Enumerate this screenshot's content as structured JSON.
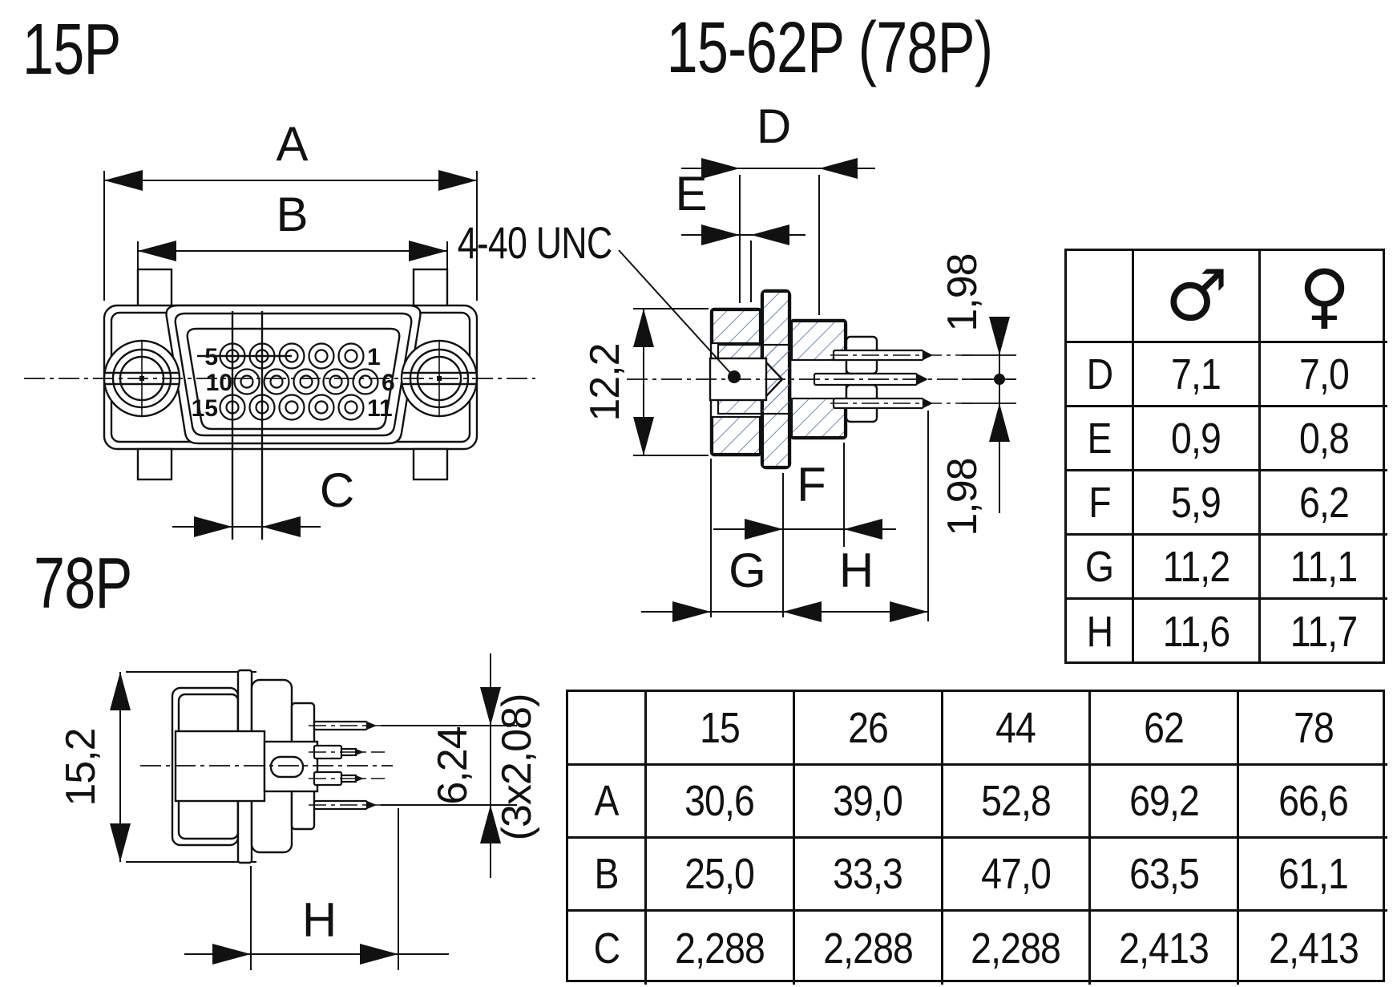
{
  "titles": {
    "front": "15P",
    "side": "15-62P (78P)",
    "bottom": "78P"
  },
  "dims": {
    "a": "A",
    "b": "B",
    "c": "C",
    "d": "D",
    "e": "E",
    "f": "F",
    "g": "G",
    "h": "H",
    "side_height": "12,2",
    "pitch_top": "1,98",
    "pitch_bottom": "1,98",
    "bottom_height": "15,2",
    "pin_span": "6,24",
    "pin_span_note": "(3x2,08)",
    "thread": "4-40 UNC"
  },
  "front_pins": {
    "top_left": "5",
    "top_right": "1",
    "mid_left": "10",
    "mid_right": "6",
    "bottom_left": "15",
    "bottom_right": "11"
  },
  "gender_table": {
    "male_symbol": "♂",
    "female_symbol": "♀",
    "rows": [
      {
        "label": "D",
        "male": "7,1",
        "female": "7,0"
      },
      {
        "label": "E",
        "male": "0,9",
        "female": "0,8"
      },
      {
        "label": "F",
        "male": "5,9",
        "female": "6,2"
      },
      {
        "label": "G",
        "male": "11,2",
        "female": "11,1"
      },
      {
        "label": "H",
        "male": "11,6",
        "female": "11,7"
      }
    ]
  },
  "size_table": {
    "columns": [
      "15",
      "26",
      "44",
      "62",
      "78"
    ],
    "rows": [
      {
        "label": "A",
        "values": [
          "30,6",
          "39,0",
          "52,8",
          "69,2",
          "66,6"
        ]
      },
      {
        "label": "B",
        "values": [
          "25,0",
          "33,3",
          "47,0",
          "63,5",
          "61,1"
        ]
      },
      {
        "label": "C",
        "values": [
          "2,288",
          "2,288",
          "2,288",
          "2,413",
          "2,413"
        ]
      }
    ]
  }
}
